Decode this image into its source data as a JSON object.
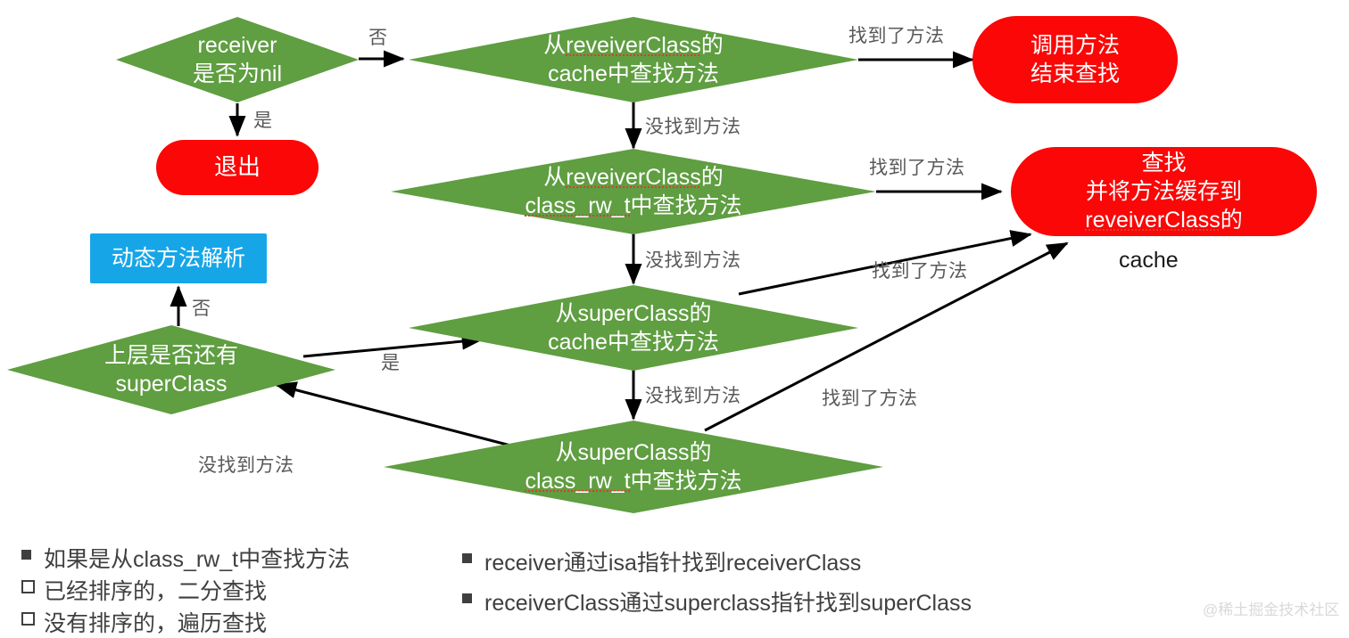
{
  "theme": {
    "green": "#5f9e41",
    "red": "#fb0707",
    "blue": "#16a6e8",
    "label_gray": "#595959",
    "text_dark": "#3f3f3f",
    "background": "#ffffff",
    "spell_underline": "#e03a2f"
  },
  "nodes": {
    "receiver_nil": {
      "line1": "receiver",
      "line2": "是否为nil"
    },
    "exit": {
      "line1": "退出"
    },
    "receiver_cache": {
      "line1_a": "从",
      "line1_b": "reveiverClass",
      "line1_c": "的",
      "line2": "cache中查找方法"
    },
    "receiver_rw": {
      "line1_a": "从",
      "line1_b": "reveiverClass",
      "line1_c": "的",
      "line2_a": "class_rw_t",
      "line2_b": "中查找方法"
    },
    "call_method": {
      "line1": "调用方法",
      "line2": "结束查找"
    },
    "cache_store": {
      "line1": "查找",
      "line2": "并将方法缓存到",
      "line3_a": "reveiverClass",
      "line3_b": "的",
      "overflow": "cache"
    },
    "dynamic_resolve": {
      "line1": "动态方法解析"
    },
    "has_super": {
      "line1": "上层是否还有",
      "line2": "superClass"
    },
    "super_cache": {
      "line1": "从superClass的",
      "line2": "cache中查找方法"
    },
    "super_rw": {
      "line1": "从superClass的",
      "line2_a": "class_rw_t",
      "line2_b": "中查找方法"
    }
  },
  "edge_labels": {
    "no_top": "否",
    "yes_exit": "是",
    "found_1": "找到了方法",
    "notfound_1": "没找到方法",
    "found_2": "找到了方法",
    "notfound_2": "没找到方法",
    "found_3": "找到了方法",
    "notfound_3": "没找到方法",
    "found_4": "找到了方法",
    "notfound_4": "没找到方法",
    "yes_super": "是",
    "no_super": "否"
  },
  "notes_left": {
    "items": [
      {
        "marker": "filled",
        "text": "如果是从class_rw_t中查找方法"
      },
      {
        "marker": "hollow",
        "text": "已经排序的，二分查找"
      },
      {
        "marker": "hollow",
        "text": "没有排序的，遍历查找"
      }
    ]
  },
  "notes_right": {
    "items": [
      {
        "marker": "filled",
        "text": "receiver通过isa指针找到receiverClass"
      },
      {
        "marker": "filled",
        "text": "receiverClass通过superclass指针找到superClass"
      }
    ]
  },
  "watermark": {
    "text": "@稀土掘金技术社区"
  }
}
